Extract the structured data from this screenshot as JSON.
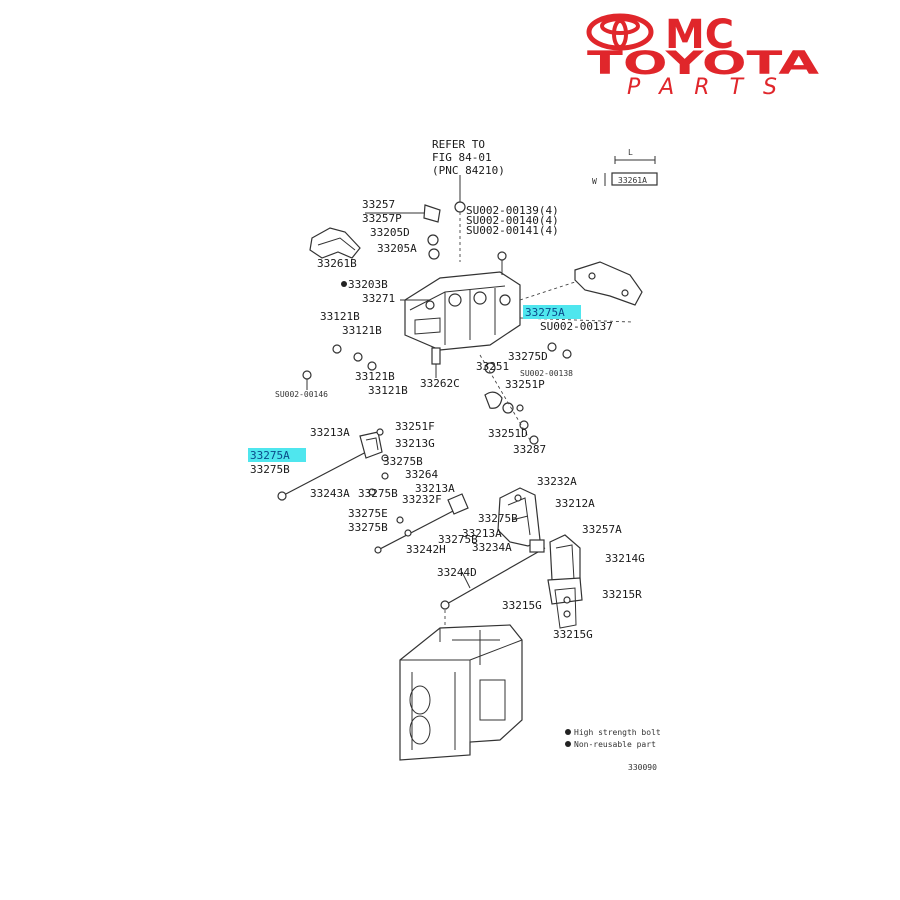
{
  "brand": {
    "mc": "MC",
    "toyota": "TOYOTA",
    "parts": "PARTS",
    "color": "#e0262b"
  },
  "reference": {
    "line1": "REFER TO",
    "line2": "FIG 84-01",
    "line3": "(PNC 84210)"
  },
  "highlight_color": "#4fe6ee",
  "callouts": [
    "33257",
    "33257P",
    "33205D",
    "33205A",
    "33261B",
    "33203B",
    "33271",
    "33275A",
    "SU002-00137",
    "33121B",
    "33121B",
    "33121B",
    "33121B",
    "33262C",
    "33251",
    "33275D",
    "SU002-00138",
    "33251P",
    "SU002-00146",
    "33251D",
    "33287",
    "33213A",
    "33251F",
    "33213G",
    "33275A",
    "33275B",
    "33275B",
    "33264",
    "33213A",
    "33243A",
    "33275B",
    "33232F",
    "33232A",
    "33212A",
    "33275E",
    "33275B",
    "33275B",
    "33213A",
    "33275B",
    "33234A",
    "33257A",
    "33242H",
    "33214G",
    "33244D",
    "33215G",
    "33215R",
    "33215G"
  ],
  "fasteners": [
    "SU002-00139(4)",
    "SU002-00140(4)",
    "SU002-00141(4)"
  ],
  "legend": {
    "item1": "High strength bolt",
    "item2": "Non-reusable part"
  },
  "figure_id": "330090",
  "dim_letter_l": "L",
  "dim_letter_w": "W",
  "dim_caption": "33261A"
}
